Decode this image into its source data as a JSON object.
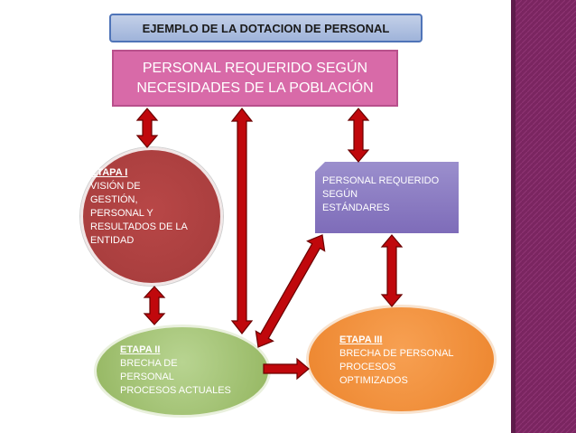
{
  "title": "EJEMPLO DE LA DOTACION DE PERSONAL",
  "required_need": [
    "PERSONAL REQUERIDO SEGÚN",
    "NECESIDADES DE LA POBLACIÓN"
  ],
  "required_standard": [
    "PERSONAL REQUERIDO",
    "SEGÚN",
    "ESTÁNDARES"
  ],
  "stage1": {
    "heading": "ETAPA I",
    "lines": [
      "VISIÓN DE",
      "GESTIÓN,",
      "PERSONAL Y",
      "RESULTADOS DE LA",
      "ENTIDAD"
    ]
  },
  "stage2": {
    "heading": "ETAPA II",
    "lines": [
      "BRECHA DE",
      "PERSONAL",
      "PROCESOS ACTUALES"
    ]
  },
  "stage3": {
    "heading": "ETAPA III",
    "lines": [
      "BRECHA DE PERSONAL",
      "PROCESOS",
      "OPTIMIZADOS"
    ]
  },
  "colors": {
    "title_fill": "#b3c5e6",
    "need_fill": "#d86aa8",
    "standard_fill": "#8d7dc4",
    "stage1_fill": "#ad4141",
    "stage2_fill": "#a3c276",
    "stage3_fill": "#f08f3a",
    "arrow_fill": "#c0080c",
    "side_bar": "#7a2560"
  }
}
